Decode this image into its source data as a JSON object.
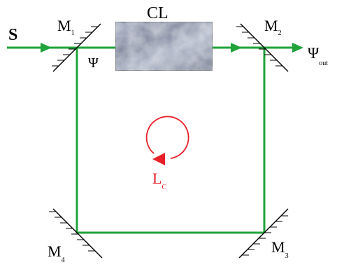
{
  "source_label": "S",
  "crystal_label": "CL",
  "internal_field": "Ψ",
  "output_field": {
    "main": "Ψ",
    "sub": "out"
  },
  "loop_label": {
    "main": "L",
    "sub": "C"
  },
  "mirrors": [
    {
      "main": "M",
      "sub": "1"
    },
    {
      "main": "M",
      "sub": "2"
    },
    {
      "main": "M",
      "sub": "3"
    },
    {
      "main": "M",
      "sub": "4"
    }
  ],
  "colors": {
    "beam": "#1fa33a",
    "loop_arrow": "#e8202a",
    "crystal_fill": "#7d879f"
  }
}
